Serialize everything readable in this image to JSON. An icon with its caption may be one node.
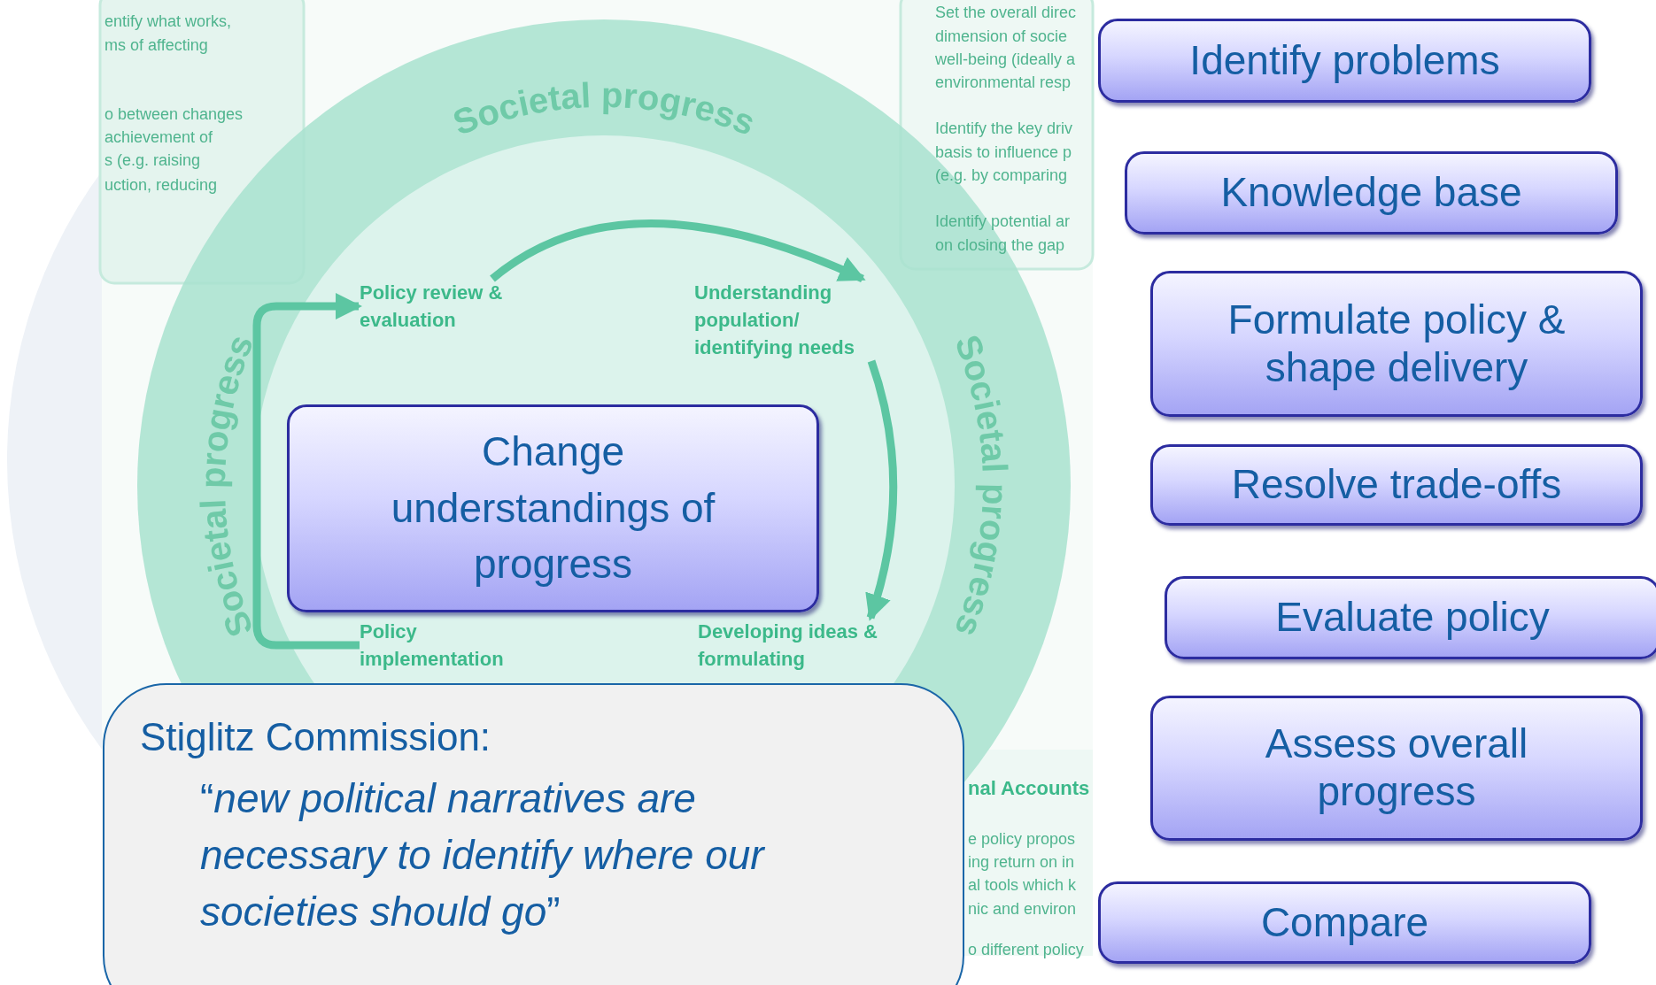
{
  "diagram": {
    "nodes": [
      {
        "text": [
          "Policy review & evaluation"
        ]
      },
      {
        "text": [
          "Understanding population/ identifying needs"
        ]
      },
      {
        "text": [
          "Change understandings of progress"
        ]
      },
      {
        "text": [
          "Policy implementation"
        ]
      },
      {
        "text": [
          "Developing ideas & formulating"
        ]
      },
      {
        "text": [
          "Stiglitz Commission:",
          "“*new political narratives are necessary to identify where our societies should go*”"
        ]
      },
      {
        "text": [
          "Identify problems"
        ]
      },
      {
        "text": [
          "Knowledge base"
        ]
      },
      {
        "text": [
          "Formulate policy & shape delivery"
        ]
      },
      {
        "text": [
          "Resolve trade-offs"
        ]
      },
      {
        "text": [
          "Evaluate policy"
        ]
      },
      {
        "text": [
          "Assess overall progress"
        ]
      },
      {
        "text": [
          "Compare"
        ]
      }
    ],
    "edges": [
      {
        "from": 0,
        "to": 1,
        "arrow": "to"
      },
      {
        "from": 1,
        "to": 4,
        "arrow": "to"
      },
      {
        "from": 3,
        "to": 0,
        "arrow": "to"
      }
    ],
    "labels": [
      "entify what works,",
      "ms of affecting",
      "o between changes",
      "achievement of",
      "s (e.g. raising",
      "uction, reducing",
      "Set the overall direc",
      "dimension of socie",
      "well-being (ideally a",
      "environmental resp",
      "Identify the key driv",
      "basis to influence p",
      "(e.g. by comparing",
      "Identify potential ar",
      "on closing the gap",
      "Societal progress",
      "Societal progress",
      "Societal progress",
      "nal Accounts",
      "e policy propos",
      "ing return on in",
      "al tools which k",
      "nic and environ",
      "o different policy"
    ]
  }
}
